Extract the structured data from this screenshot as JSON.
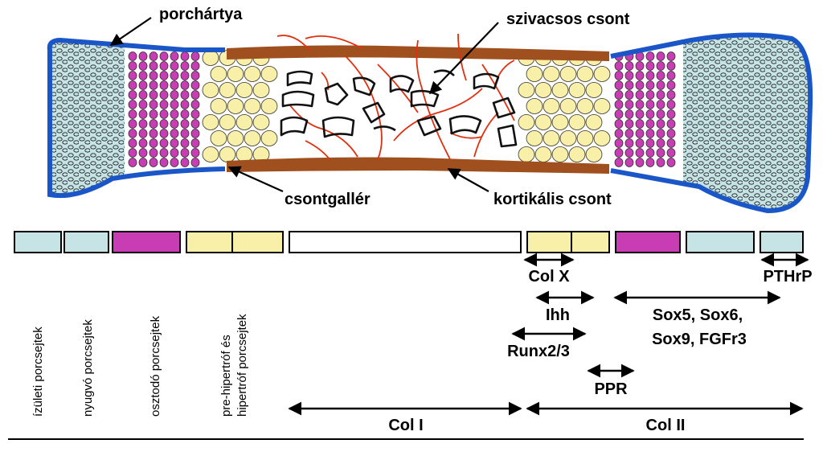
{
  "callouts": {
    "porchartya": "porchártya",
    "szivacsos": "szivacsos csont",
    "csontgaller": "csontgallér",
    "kortikalis": "kortikális csont"
  },
  "zone_labels": [
    "ízületi porcsejtek",
    "nyugvó porcsejtek",
    "osztodó porcsejtek",
    "pre-hipertróf és",
    "hipertróf porcsejtek"
  ],
  "genes": {
    "colx": "Col X",
    "pthrp": "PTHrP",
    "ihh": "Ihh",
    "sox_line1": "Sox5, Sox6,",
    "sox_line2": "Sox9, FGFr3",
    "runx": "Runx2/3",
    "ppr": "PPR",
    "col1": "Col I",
    "col2": "Col II"
  },
  "colors": {
    "perichondrium": "#1a56c8",
    "articular": "#c6e4e6",
    "proliferating": "#c83cb4",
    "hypertrophic": "#f8f0a8",
    "bone_collar": "#a0501e",
    "vessel": "#e03010",
    "trabecula": "#111111"
  }
}
